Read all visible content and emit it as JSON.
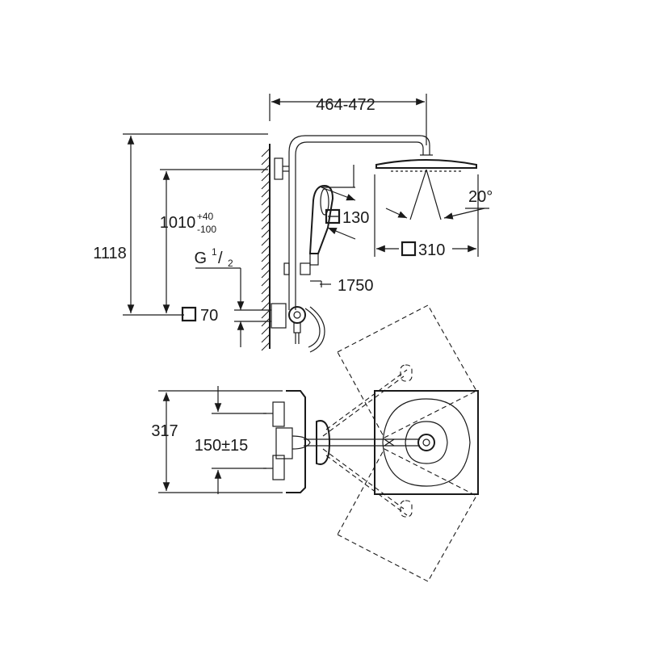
{
  "dimensions": {
    "arm_length": "464-472",
    "total_height": "1118",
    "wall_bar_height": "1010",
    "wall_bar_tol_plus": "+40",
    "wall_bar_tol_minus": "-100",
    "thread_letter": "G",
    "thread_num": "1",
    "thread_den": "2",
    "rosette": "70",
    "hand_shower": "130",
    "head_shower": "310",
    "angle": "20°",
    "hose": "1750",
    "plan_depth": "317",
    "plan_centers": "150±15"
  }
}
